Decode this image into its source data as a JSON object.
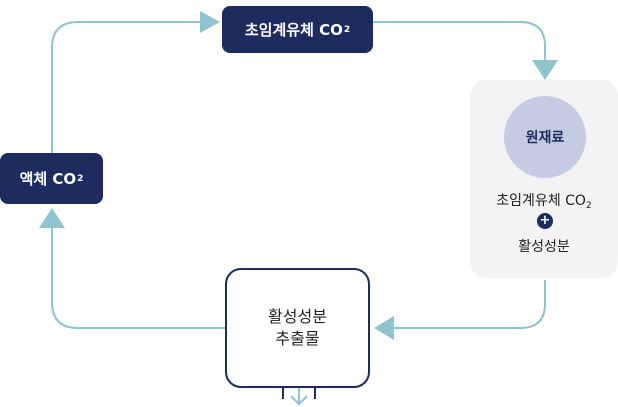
{
  "nodes": {
    "supercritical_co2": {
      "text": "초임계유체 CO",
      "subscript": "2"
    },
    "liquid_co2": {
      "text": "액체 CO",
      "subscript": "2"
    },
    "raw_material": {
      "text": "원재료"
    },
    "mixture": {
      "line1_text": "초임계유체 CO",
      "line1_subscript": "2",
      "plus": "+",
      "line2_text": "활성성분"
    },
    "extraction": {
      "line1": "활성성분",
      "line2": "추출물"
    }
  },
  "colors": {
    "node_dark": "#1e2b5e",
    "flow_line": "#8fc3cd",
    "panel_bg": "#f3f3f4",
    "circle_bg": "#c5cbe3"
  }
}
